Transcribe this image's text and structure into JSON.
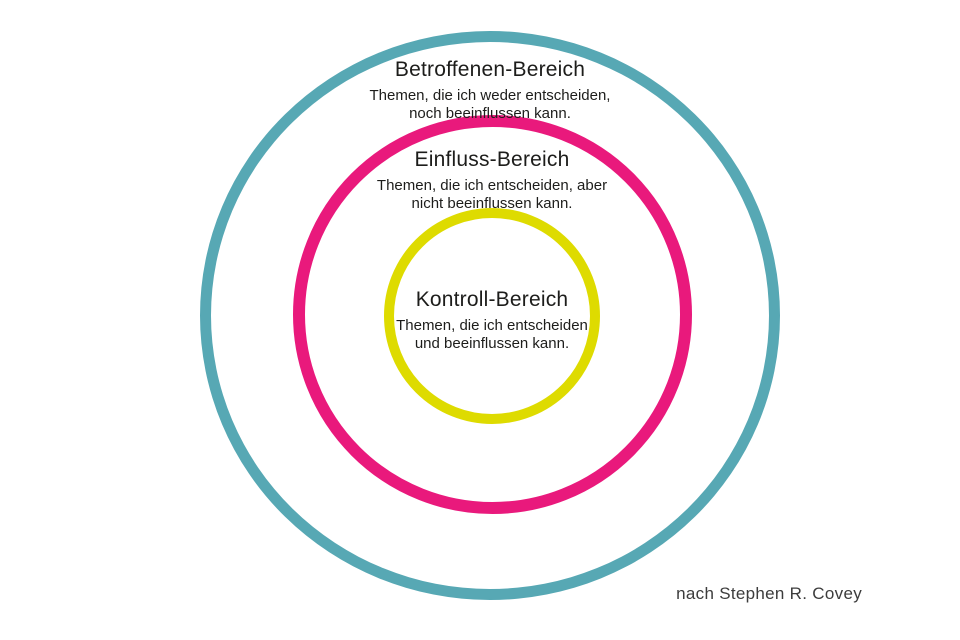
{
  "diagram": {
    "attribution": "nach Stephen R. Covey",
    "rings": [
      {
        "id": "betroffenen-bereich",
        "title": "Betroffenen-Bereich",
        "description_line1": "Themen, die ich weder entscheiden,",
        "description_line2": "noch beeinflussen kann.",
        "color": "#57A8B4"
      },
      {
        "id": "einfluss-bereich",
        "title": "Einfluss-Bereich",
        "description_line1": "Themen, die ich entscheiden, aber",
        "description_line2": "nicht beeinflussen kann.",
        "color": "#E9197C"
      },
      {
        "id": "kontroll-bereich",
        "title": "Kontroll-Bereich",
        "description_line1": "Themen, die ich entscheiden",
        "description_line2": "und beeinflussen kann.",
        "color": "#DEDB00"
      }
    ],
    "text_color": "#1d1d1b"
  }
}
